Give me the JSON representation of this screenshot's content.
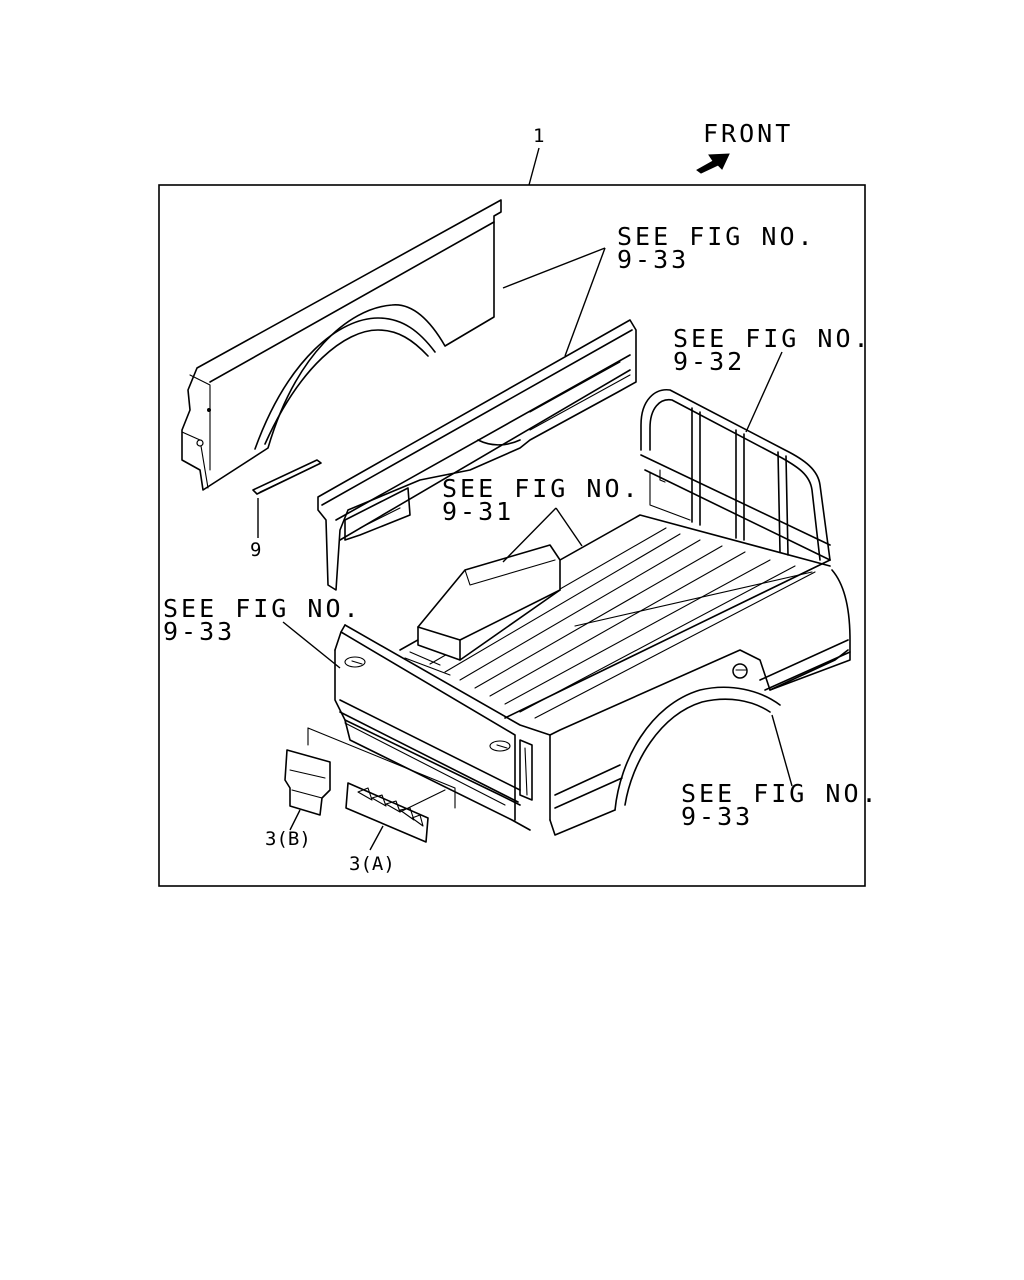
{
  "header": {
    "part_number": "1",
    "front_label": "FRONT"
  },
  "callouts": {
    "fig_9_33_top": [
      "SEE FIG NO.",
      "9-33"
    ],
    "fig_9_32": [
      "SEE FIG NO.",
      "9-32"
    ],
    "fig_9_31": [
      "SEE FIG NO.",
      "9-31"
    ],
    "fig_9_33_left": [
      "SEE FIG NO.",
      "9-33"
    ],
    "fig_9_33_right": [
      "SEE FIG NO.",
      "9-33"
    ]
  },
  "part_labels": {
    "part_9": "9",
    "part_3b": "3(B)",
    "part_3a": "3(A)"
  },
  "icons": {
    "front_arrow": "front-arrow-icon"
  }
}
